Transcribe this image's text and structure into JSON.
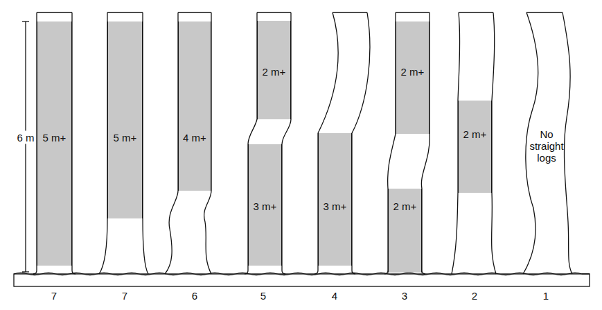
{
  "diagram": {
    "nodes": [
      {
        "text": [
          "5 m+"
        ]
      },
      {
        "text": [
          "5 m+"
        ]
      },
      {
        "text": [
          "4 m+"
        ]
      },
      {
        "text": [
          "2 m+"
        ]
      },
      {
        "text": [
          "3 m+"
        ]
      },
      {
        "text": [
          "3 m+"
        ]
      },
      {
        "text": [
          "2 m+"
        ]
      },
      {
        "text": [
          "2 m+"
        ]
      },
      {
        "text": [
          "2 m+"
        ]
      },
      {
        "text": [
          "No straight logs"
        ]
      }
    ],
    "labels": [
      "6 m",
      "7",
      "7",
      "6",
      "5",
      "4",
      "3",
      "2",
      "1"
    ]
  }
}
